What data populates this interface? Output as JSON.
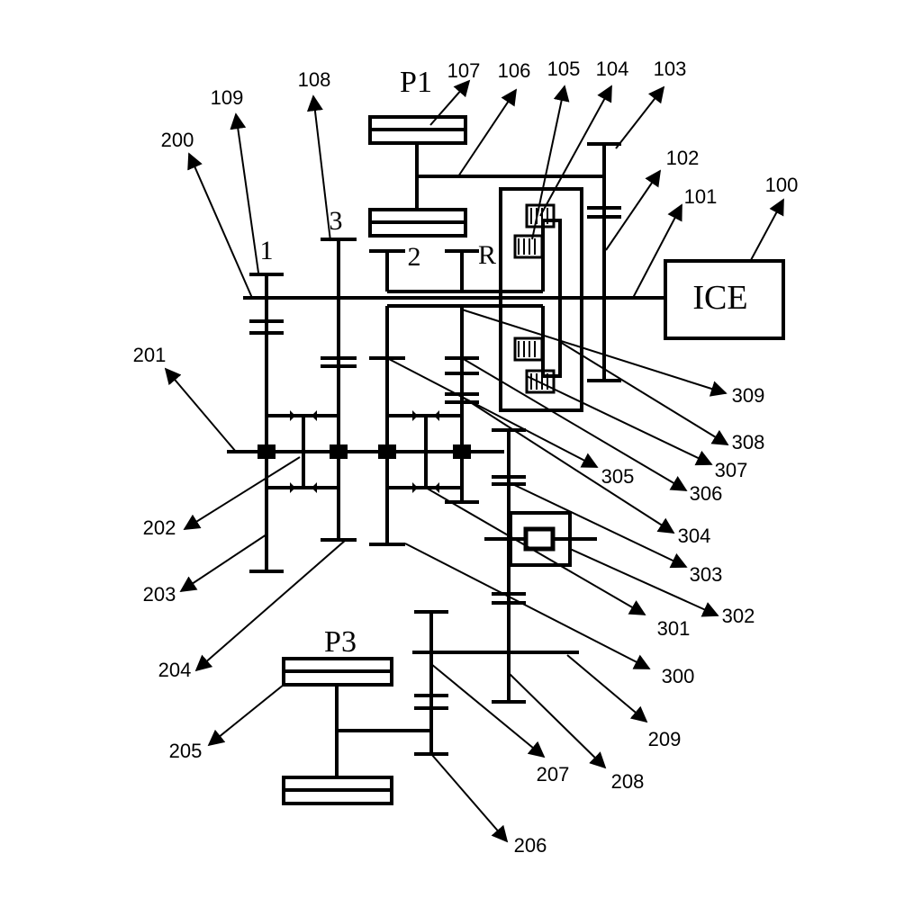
{
  "diagram": {
    "engine_label": "ICE",
    "motor_labels": {
      "p1": "P1",
      "p3": "P3"
    },
    "gear_labels": {
      "g1": "1",
      "g2": "2",
      "g3": "3",
      "gr": "R"
    },
    "callouts": {
      "c100": "100",
      "c101": "101",
      "c102": "102",
      "c103": "103",
      "c104": "104",
      "c105": "105",
      "c106": "106",
      "c107": "107",
      "c108": "108",
      "c109": "109",
      "c200": "200",
      "c201": "201",
      "c202": "202",
      "c203": "203",
      "c204": "204",
      "c205": "205",
      "c206": "206",
      "c207": "207",
      "c208": "208",
      "c209": "209",
      "c300": "300",
      "c301": "301",
      "c302": "302",
      "c303": "303",
      "c304": "304",
      "c305": "305",
      "c306": "306",
      "c307": "307",
      "c308": "308",
      "c309": "309"
    }
  }
}
